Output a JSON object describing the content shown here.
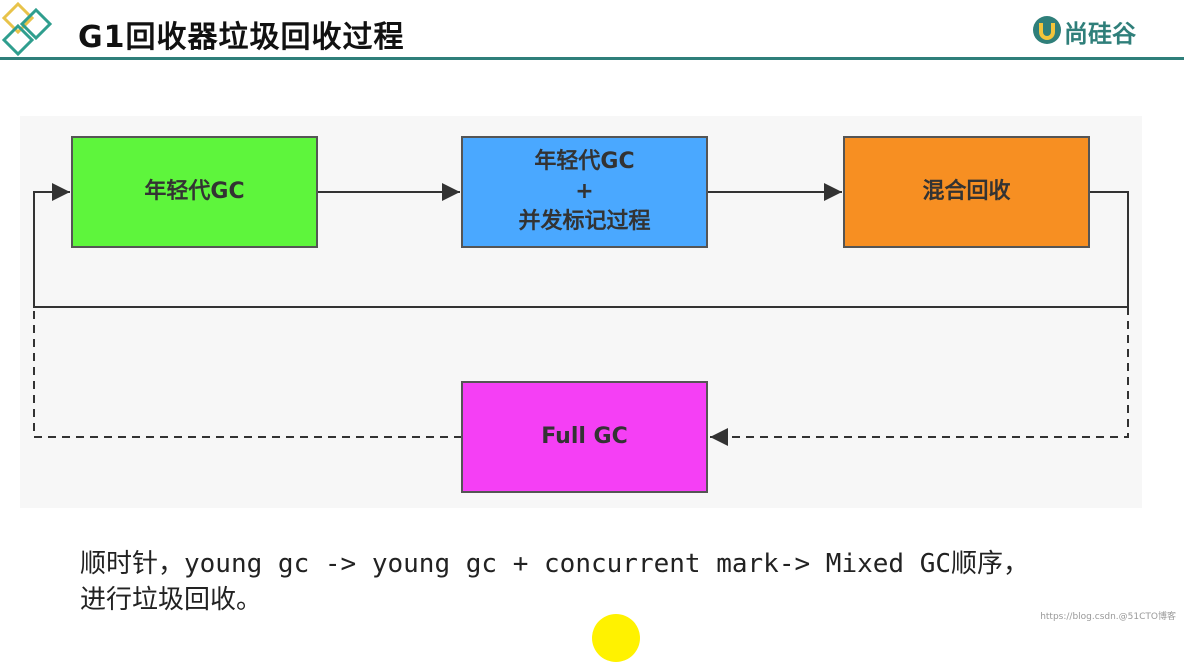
{
  "header": {
    "title": "G1回收器垃圾回收过程",
    "logo_text": "尚硅谷",
    "accent": "#2f7f7a"
  },
  "diagram": {
    "boxes": [
      {
        "lines": [
          "年轻代GC"
        ],
        "color": "#5ef53c"
      },
      {
        "lines": [
          "年轻代GC",
          "+",
          "并发标记过程"
        ],
        "color": "#4aa8ff"
      },
      {
        "lines": [
          "混合回收"
        ],
        "color": "#f78f22"
      },
      {
        "lines": [
          "Full GC"
        ],
        "color": "#f53ff5"
      }
    ]
  },
  "caption": {
    "line1": "顺时针，young gc -> young gc + concurrent mark-> Mixed GC顺序，",
    "line2": "进行垃圾回收。"
  },
  "watermark": "https://blog.csdn.@51CTO博客"
}
